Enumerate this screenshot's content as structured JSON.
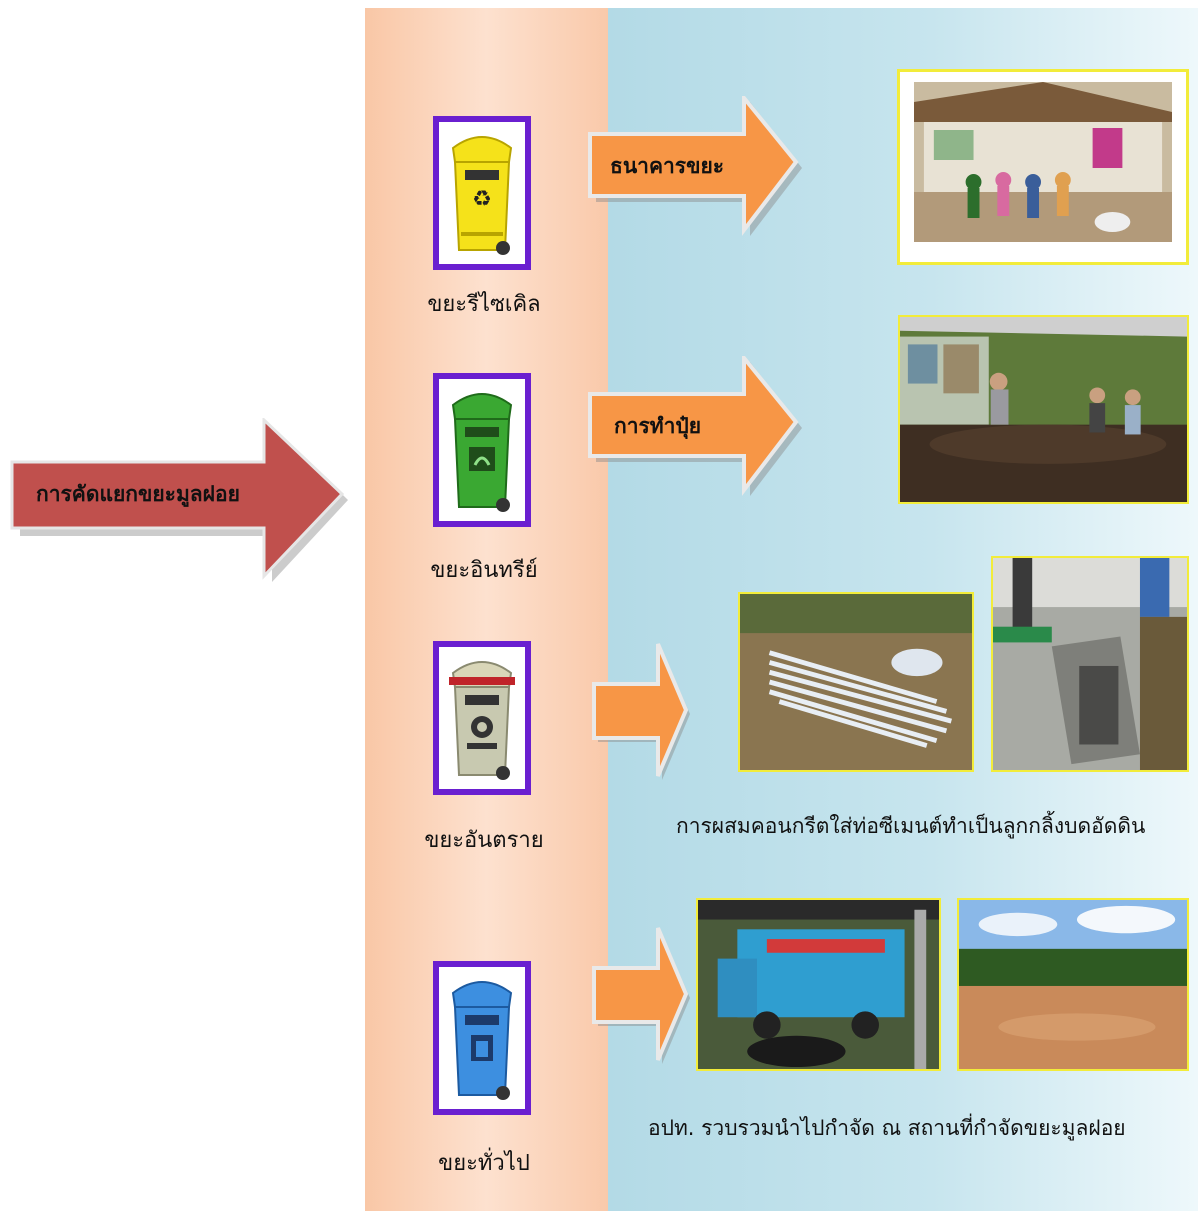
{
  "main_arrow": {
    "label": "การคัดแยกขยะมูลฝอย",
    "color": "#c0504d"
  },
  "bins": [
    {
      "label": "ขยะรีไซเคิล",
      "color": "#f5e21a",
      "icon": "recycle-symbol"
    },
    {
      "label": "ขยะอินทรีย์",
      "color": "#3aa832",
      "icon": "compost-symbol"
    },
    {
      "label": "ขยะอันตราย",
      "color": "#c8c9b0",
      "icon": "hazard-symbol"
    },
    {
      "label": "ขยะทั่วไป",
      "color": "#3d8fe0",
      "icon": "trash-symbol"
    }
  ],
  "arrows": [
    {
      "label": "ธนาคารขยะ"
    },
    {
      "label": "การทำปุ๋ย"
    },
    {
      "label": ""
    },
    {
      "label": ""
    }
  ],
  "captions": {
    "hazardous": "การผสมคอนกรีตใส่ท่อซีเมนต์ทำเป็นลูกกลิ้งบดอัดดิน",
    "general": "อปท. รวบรวมนำไปกำจัด ณ สถานที่กำจัดขยะมูลฝอย"
  },
  "colors": {
    "arrow_orange": "#f79646",
    "bin_frame": "#6a1fd0",
    "photo_border": "#f2ec3a"
  }
}
